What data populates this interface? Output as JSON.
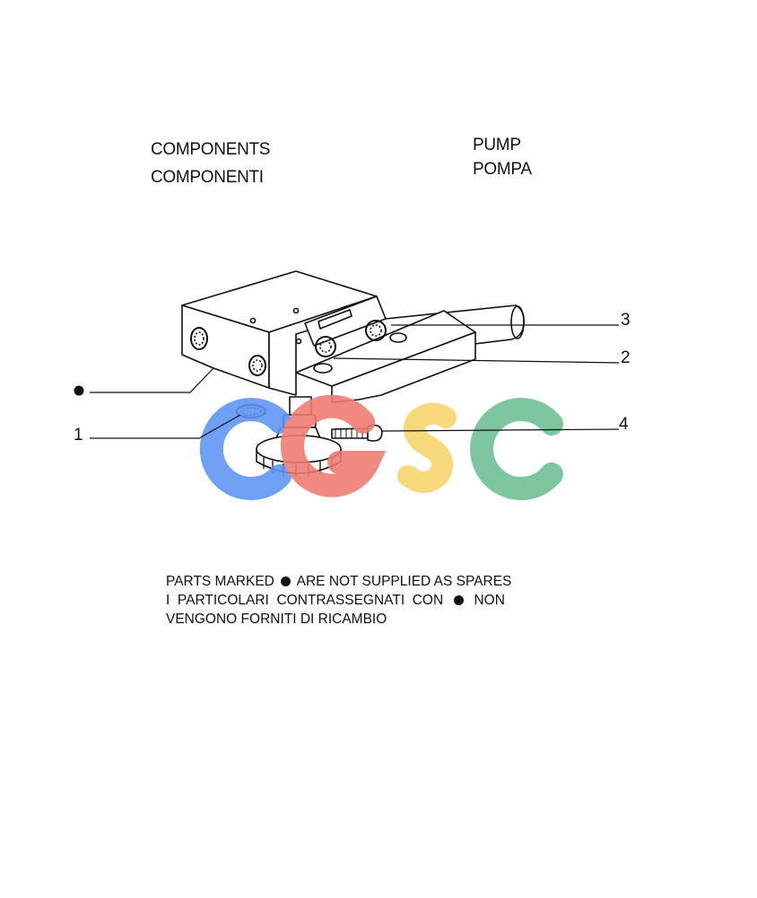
{
  "header": {
    "section_en": "COMPONENTS",
    "section_it": "COMPONENTI",
    "assembly_en": "PUMP",
    "assembly_it": "POMPA"
  },
  "callouts": [
    {
      "id": "3",
      "label": "3"
    },
    {
      "id": "2",
      "label": "2"
    },
    {
      "id": "1",
      "label": "1"
    },
    {
      "id": "4",
      "label": "4"
    }
  ],
  "bullet_marker": "not-supplied-bullet",
  "note": {
    "line1_pre": "PARTS MARKED",
    "line1_post": "ARE NOT SUPPLIED AS SPARES",
    "line2_pre": "I  PARTICOLARI  CONTRASSEGNATI  CON",
    "line2_post": "NON",
    "line3": "VENGONO FORNITI DI RICAMBIO"
  },
  "watermark": {
    "text": "CGSC",
    "colors": [
      "#5b93f5",
      "#ee7b70",
      "#f7d46b",
      "#6cbf92"
    ]
  },
  "colors": {
    "ink": "#111111",
    "background": "#ffffff"
  }
}
